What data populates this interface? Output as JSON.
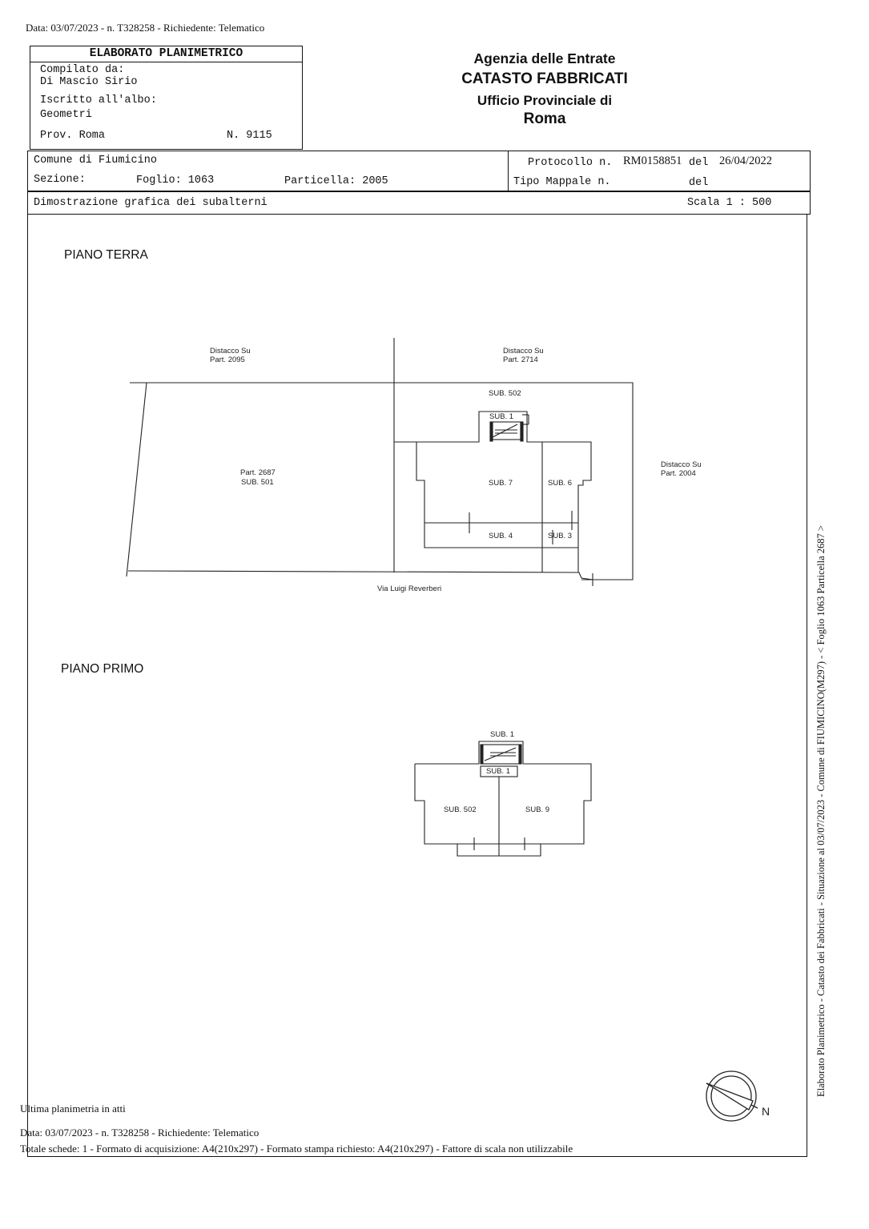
{
  "header_top": "Data: 03/07/2023 - n. T328258 - Richiedente: Telematico",
  "elaborato": {
    "title": "ELABORATO PLANIMETRICO",
    "compilato_label": "Compilato da:",
    "compilato_name": "Di Mascio Sirio",
    "iscritto_label": "Iscritto all'albo:",
    "iscritto_value": "Geometri",
    "prov": "Prov. Roma",
    "numero": "N. 9115"
  },
  "agency": {
    "line1": "Agenzia delle Entrate",
    "line2": "CATASTO FABBRICATI",
    "line3": "Ufficio Provinciale di",
    "line4": "Roma"
  },
  "info": {
    "comune": "Comune di Fiumicino",
    "sezione": "Sezione:",
    "foglio": "Foglio: 1063",
    "particella": "Particella: 2005",
    "protocollo_label": "Protocollo n.",
    "protocollo_value": "RM0158851",
    "del_label": "del",
    "protocollo_date": "26/04/2022",
    "tipo_mappale": "Tipo Mappale n.",
    "del2": "del"
  },
  "dimostrazione": "Dimostrazione grafica dei subalterni",
  "scala": "Scala 1 : 500",
  "plan": {
    "piano_terra": "PIANO TERRA",
    "piano_primo": "PIANO PRIMO",
    "distacco_label": "Distacco Su",
    "part_2095": "Part. 2095",
    "part_2714": "Part. 2714",
    "part_2004": "Part. 2004",
    "part_2687": "Part. 2687",
    "sub_501": "SUB. 501",
    "sub_502": "SUB. 502",
    "sub_1": "SUB. 1",
    "sub_7": "SUB. 7",
    "sub_6": "SUB. 6",
    "sub_4": "SUB. 4",
    "sub_3": "SUB. 3",
    "sub_9": "SUB. 9",
    "street": "Via Luigi Reverberi",
    "north": "N"
  },
  "footer": {
    "ultima": "Ultima planimetria in atti",
    "data_line": "Data: 03/07/2023 - n. T328258 - Richiedente: Telematico",
    "totale_line": "Totale schede: 1 - Formato di acquisizione: A4(210x297)  - Formato stampa richiesto: A4(210x297) - Fattore di scala non utilizzabile"
  },
  "side_text": "Elaborato Planimetrico - Catasto dei Fabbricati - Situazione al 03/07/2023 - Comune di FIUMICINO(M297) - < Foglio 1063 Particella 2687 >"
}
